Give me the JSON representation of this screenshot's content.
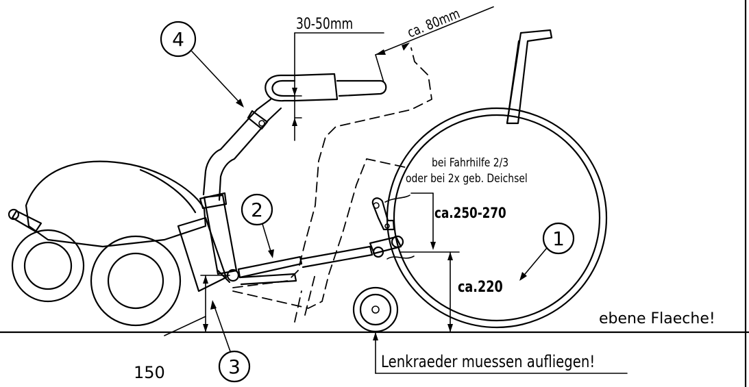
{
  "labels": {
    "callout_1": "1",
    "callout_2": "2",
    "callout_3": "3",
    "callout_4": "4",
    "dim_top": "30-50mm",
    "dim_offset": "ca. 80mm",
    "note_line1": "bei Fahrhilfe 2/3",
    "note_line2": "oder bei 2x geb. Deichsel",
    "dim_hitch_height": "ca.250-270",
    "dim_axle_height": "ca.220",
    "dim_ground": "150",
    "surface_note": "ebene Flaeche!",
    "wheel_note": "Lenkraeder muessen aufliegen!"
  },
  "colors": {
    "ink": "#000000",
    "paper": "#ffffff"
  }
}
